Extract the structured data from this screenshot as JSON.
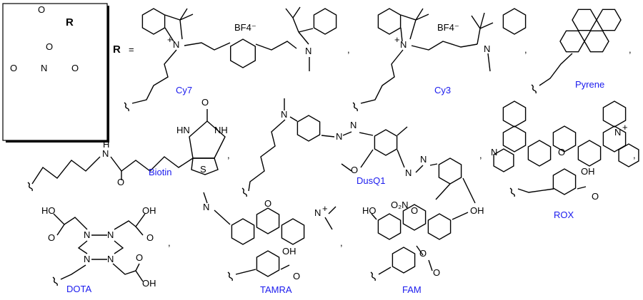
{
  "reagent_box": {
    "r_symbol": "R",
    "atoms": {
      "carbonyl_o": "O",
      "ester_o": "O",
      "n": "N",
      "left_o": "O",
      "right_o": "O"
    }
  },
  "equation": {
    "r": "R",
    "equals": "="
  },
  "molecules": [
    {
      "name": "Cy7",
      "atoms": [
        "N",
        "+",
        "N",
        "BF4⁻"
      ]
    },
    {
      "name": "Cy3",
      "atoms": [
        "N",
        "+",
        "N",
        "BF4⁻"
      ]
    },
    {
      "name": "Pyrene",
      "atoms": []
    },
    {
      "name": "Biotin",
      "atoms": [
        "N",
        "H",
        "O",
        "HN",
        "NH",
        "O",
        "S"
      ]
    },
    {
      "name": "DusQ1",
      "atoms": [
        "N",
        "N",
        "N",
        "O",
        "N",
        "N",
        "O₂N"
      ]
    },
    {
      "name": "ROX",
      "atoms": [
        "N",
        "O",
        "N",
        "+",
        "OH",
        "O"
      ]
    },
    {
      "name": "DOTA",
      "atoms": [
        "HO",
        "OH",
        "O",
        "O",
        "N",
        "N",
        "N",
        "N",
        "O",
        "OH"
      ]
    },
    {
      "name": "TAMRA",
      "atoms": [
        "N",
        "O",
        "N",
        "+",
        "OH",
        "O"
      ]
    },
    {
      "name": "FAM",
      "atoms": [
        "HO",
        "O",
        "OH",
        "O",
        "O"
      ]
    }
  ],
  "separator": ",",
  "colors": {
    "label": "#1a1aee",
    "structure": "#000000"
  }
}
